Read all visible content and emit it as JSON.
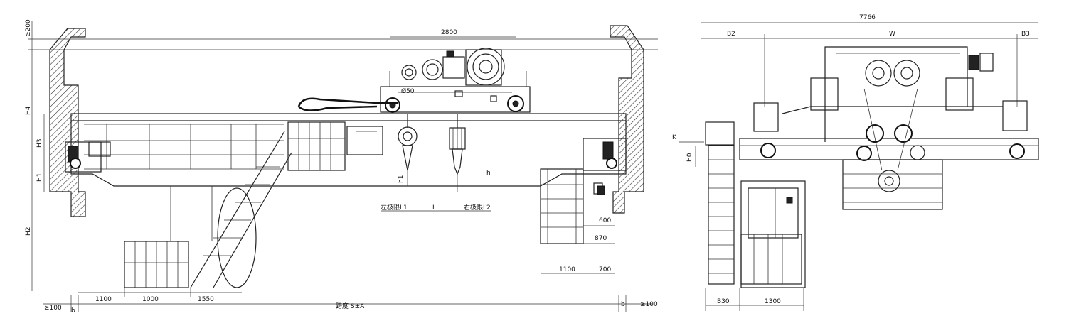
{
  "front_view": {
    "dims_top": {
      "trolley_gauge": "2800",
      "clearance_top": "≥200",
      "wheel_dia": "Ø50"
    },
    "dims_vertical": {
      "h4": "H4",
      "h3": "H3",
      "h1": "H1",
      "h2": "H2",
      "h": "h",
      "h1_small": "h1"
    },
    "dims_bottom": {
      "left_clear": "≥100",
      "b_left": "b",
      "d1": "1100",
      "d2": "1000",
      "d3": "1550",
      "span": "跨度 S±A",
      "b_right": "b",
      "right_clear": "≥100"
    },
    "hook_limits": {
      "l1": "左极限L1",
      "l": "L",
      "l2": "右极限L2"
    },
    "cab_dims": {
      "d600": "600",
      "d870": "870",
      "d1100": "1100",
      "d700": "700"
    }
  },
  "side_view": {
    "dims_top": {
      "overall": "7766",
      "b2": "B2",
      "w": "W",
      "b3": "B3"
    },
    "dims_left": {
      "k": "K",
      "h0": "H0"
    },
    "dims_bottom": {
      "b30": "B30",
      "d1300": "1300"
    }
  }
}
